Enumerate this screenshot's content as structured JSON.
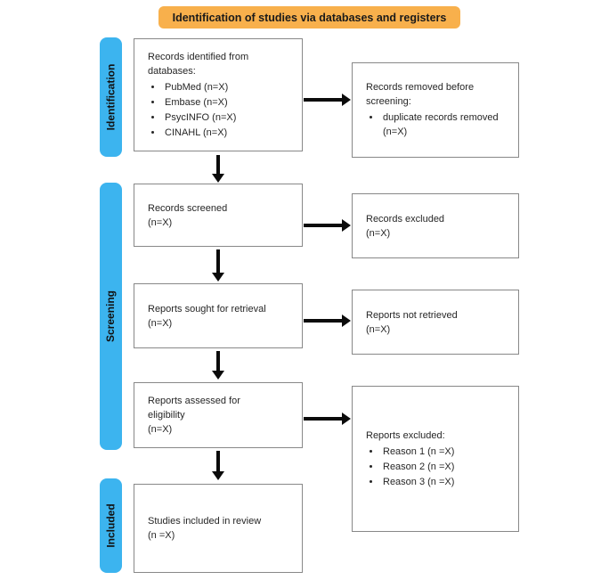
{
  "banner": {
    "label": "Identification of studies via databases and registers"
  },
  "sidebar": {
    "identification": "Identification",
    "screening": "Screening",
    "included": "Included"
  },
  "boxes": {
    "records_identified": {
      "lines": [
        "Records identified from",
        "databases:"
      ],
      "bullets": [
        "PubMed (n=X)",
        "Embase (n=X)",
        "PsycINFO (n=X)",
        "CINAHL (n=X)"
      ]
    },
    "records_removed": {
      "lines": [
        "Records removed before",
        "screening:"
      ],
      "bullets": [
        "duplicate records removed (n=X)"
      ]
    },
    "records_screened": {
      "lines": [
        "Records screened",
        "(n=X)"
      ]
    },
    "records_excluded": {
      "lines": [
        "Records excluded",
        "(n=X)"
      ]
    },
    "reports_sought": {
      "lines": [
        "Reports sought for retrieval",
        "(n=X)"
      ]
    },
    "reports_not_retrieved": {
      "lines": [
        "Reports not retrieved",
        "(n=X)"
      ]
    },
    "reports_assessed": {
      "lines": [
        "Reports assessed for",
        "eligibility",
        "(n=X)"
      ]
    },
    "reports_excluded": {
      "lines": [
        "Reports excluded:"
      ],
      "bullets": [
        "Reason 1 (n =X)",
        "Reason 2 (n =X)",
        "Reason 3 (n =X)"
      ]
    },
    "studies_included": {
      "lines": [
        "Studies included in review",
        "(n =X)"
      ]
    }
  },
  "colors": {
    "banner_bg": "#F8B04C",
    "stage_bar_bg": "#3CB4EF",
    "box_border": "#888888",
    "text": "#262626",
    "arrow": "#0b0b0b",
    "background": "#ffffff"
  }
}
